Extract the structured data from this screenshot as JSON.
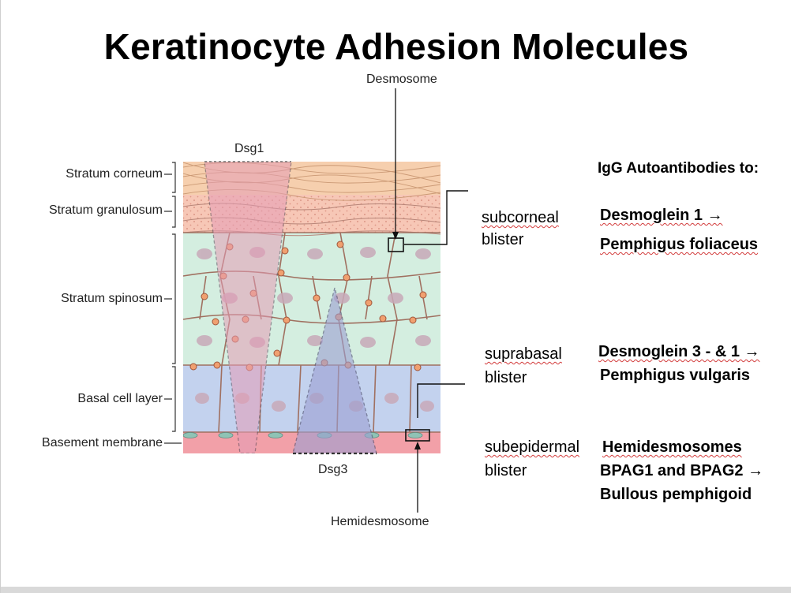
{
  "title": "Keratinocyte Adhesion Molecules",
  "diagram": {
    "desmosome_label": "Desmosome",
    "hemidesmosome_label": "Hemidesmosome",
    "dsg1_label": "Dsg1",
    "dsg3_label": "Dsg3",
    "layers": {
      "corneum": "Stratum corneum",
      "granulosum": "Stratum granulosum",
      "spinosum": "Stratum spinosum",
      "basal": "Basal cell layer",
      "basement": "Basement membrane"
    },
    "colors": {
      "corneum": "#f6cfae",
      "granulosum": "#f7c7b6",
      "spinosum": "#d4eee0",
      "basal": "#c3d2ee",
      "basement": "#f2a0a8",
      "dsg1_wedge": "#e59db6",
      "dsg3_wedge": "#9c9fd2",
      "desmosome_dot": "#f0a070"
    }
  },
  "right": {
    "heading": "IgG Autoantibodies to:",
    "sub1_line1": "subcorneal",
    "sub1_line2": "blister",
    "ab1_line1": "Desmoglein 1 →",
    "ab1_line2": "Pemphigus foliaceus",
    "sub2_line1": "suprabasal",
    "sub2_line2": "blister",
    "ab2_line1": "Desmoglein 3 - & 1 →",
    "ab2_line2": "Pemphigus vulgaris",
    "sub3_line1": "subepidermal",
    "sub3_line2": "blister",
    "ab3_line1": "Hemidesmosomes",
    "ab3_line2": "BPAG1 and BPAG2 →",
    "ab3_line3": "Bullous pemphigoid"
  }
}
